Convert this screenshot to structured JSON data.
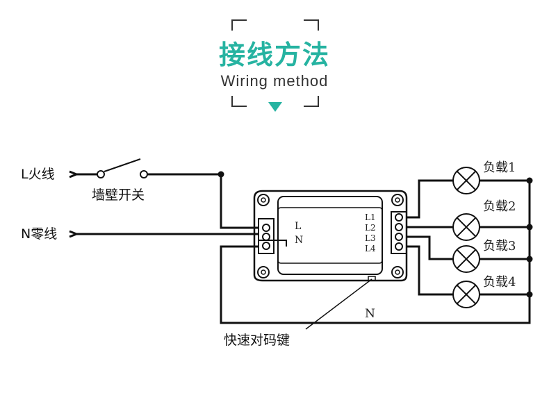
{
  "header": {
    "title": "接线方法",
    "subtitle": "Wiring method",
    "accent_color": "#26b3a1"
  },
  "diagram": {
    "inputs": {
      "live_label": "L火线",
      "neutral_label": "N零线"
    },
    "switch_label": "墙壁开关",
    "device": {
      "input_terminals": [
        "L",
        "N"
      ],
      "output_terminals": [
        "L1",
        "L2",
        "L3",
        "L4"
      ]
    },
    "loads": [
      "负载1",
      "负载2",
      "负载3",
      "负载4"
    ],
    "neutral_wire_label": "N",
    "pairing_button_label": "快速对码键"
  }
}
